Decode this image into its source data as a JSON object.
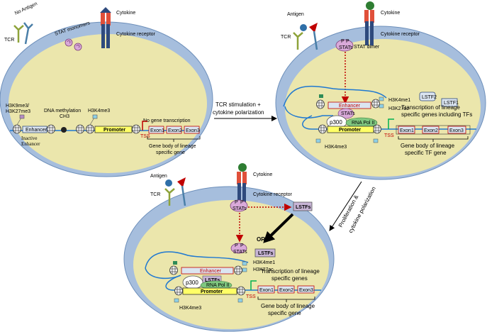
{
  "cell1": {
    "tcr": "TCR",
    "no_antigen": "No Antigen",
    "stat_monomers": "STAT monomers",
    "cytokine": "Cytokine",
    "cytokine_receptor": "Cytokine receptor",
    "h3k9": "H3K9me3/",
    "h3k27me3": "H3K27me3",
    "dna_methylation": "DNA methylation",
    "ch3": "CH3",
    "h3k4me3": "H3K4me3",
    "no_transcription": "No gene transcription",
    "enhancer": "Enhancer",
    "inactive": "Inactive",
    "enhancer2": "Enhancer",
    "promoter": "Promoter",
    "tss": "TSS",
    "exon1": "Exon1",
    "exon2": "Exon2",
    "exon3": "Exon3",
    "gene_body1": "Gene body of lineage",
    "gene_body2": "specific gene"
  },
  "arrow1": {
    "line1": "TCR stimulation +",
    "line2": "cytokine polarization"
  },
  "cell2": {
    "antigen": "Antigen",
    "tcr": "TCR",
    "cytokine": "Cytokine",
    "cytokine_receptor": "Cytokine receptor",
    "stat_dimer": "STAT dimer",
    "stats": "STATs",
    "p": "P",
    "h3k4me1": "H3K4me1",
    "h3k27ac": "H3K27ac",
    "lstf2": "LSTF2",
    "lstf1": "LSTF1",
    "enhancer": "Enhancer",
    "p300": "p300",
    "rna_pol": "RNA Pol II",
    "promoter": "Promoter",
    "tss": "TSS",
    "exon1": "Exon1",
    "exon2": "Exon2",
    "exon3": "Exon3",
    "h3k4me3": "H3K4me3",
    "trans1": "Transcription of lineage",
    "trans2": "specific genes including TFs",
    "gene1": "Gene body of lineage",
    "gene2": "specific TF gene"
  },
  "arrow2": {
    "line1": "Proliferation &",
    "line2": "cytokine polarization"
  },
  "cell3": {
    "antigen": "Antigen",
    "tcr": "TCR",
    "cytokine": "Cytokine",
    "cytokine_receptor": "Cytokine receptor",
    "stats": "STATs",
    "p": "P",
    "lstfs": "LSTFs",
    "or": "OR",
    "h3k4me1": "H3K4me1",
    "h3k27ac": "H3K27ac",
    "enhancer": "Enhancer",
    "p300": "p300",
    "rna_pol": "RNA Pol II",
    "promoter": "Promoter",
    "tss": "TSS",
    "exon1": "Exon1",
    "exon2": "Exon2",
    "exon3": "Exon3",
    "h3k4me3": "H3K4me3",
    "trans1": "Transcription of lineage",
    "trans2": "specific genes",
    "gene1": "Gene body of lineage",
    "gene2": "specific gene"
  },
  "colors": {
    "membrane": "#a6bedd",
    "cytoplasm": "#ebe6ac",
    "dna": "#1f78d1",
    "red_arrow": "#c00000",
    "tss_flag": "#00b050",
    "promoter_fill": "#ffff66",
    "exon_fill": "#dbe5f1",
    "lstf_fill": "#c8b5d6",
    "stat_fill": "#d9a9d9",
    "receptor_red": "#e0503a",
    "receptor_navy": "#2e4a7d",
    "tcr_green": "#8ea33a"
  }
}
